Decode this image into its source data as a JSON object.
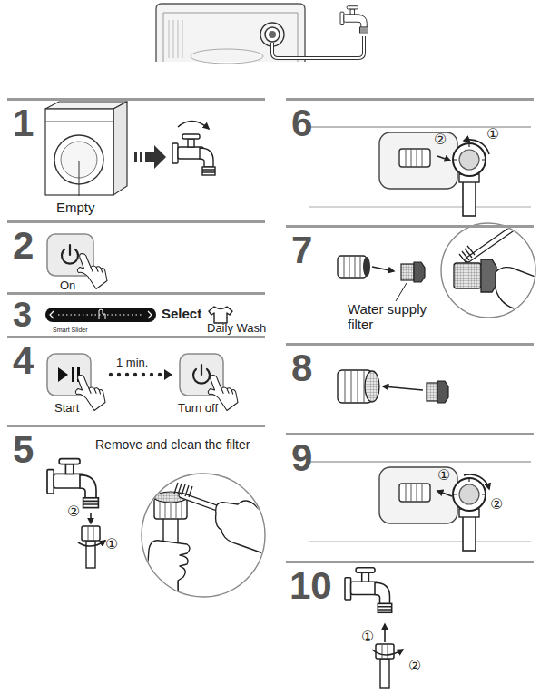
{
  "diagram": {
    "nodes": [
      {
        "text": [
          "1",
          "Empty"
        ]
      },
      {
        "text": [
          "2",
          "On"
        ]
      },
      {
        "text": [
          "3",
          "Smart Slider",
          "Select",
          "Daily Wash"
        ]
      },
      {
        "text": [
          "4",
          "Start",
          "1 min.",
          "Turn off"
        ]
      },
      {
        "text": [
          "5",
          "Remove and clean the filter"
        ]
      },
      {
        "text": [
          "6"
        ]
      },
      {
        "text": [
          "7",
          "Water supply filter"
        ]
      },
      {
        "text": [
          "8"
        ]
      },
      {
        "text": [
          "9"
        ]
      },
      {
        "text": [
          "10"
        ]
      }
    ],
    "labels": [
      "②",
      "①",
      "②",
      "①",
      "①",
      "②",
      "①",
      "②"
    ]
  }
}
